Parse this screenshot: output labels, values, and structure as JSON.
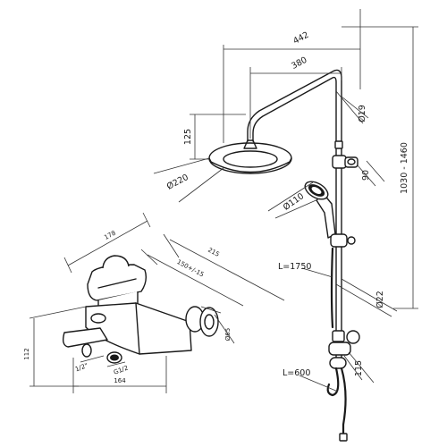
{
  "shower_dimensions": {
    "d442": "442",
    "d380": "380",
    "d125": "125",
    "d19": "Ø19",
    "d1030_1460": "1030 - 1460",
    "d90": "90",
    "d220": "Ø220",
    "d110": "Ø110",
    "l1750": "L=1750",
    "d22": "Ø22",
    "d115": "115",
    "l600": "L=600"
  },
  "mixer_dimensions": {
    "d178": "178",
    "d215": "215",
    "d150_15": "150+/-15",
    "d112": "112",
    "d65": "Ø65",
    "d164": "164",
    "d12": "1/2\"",
    "g12": "G1/2"
  }
}
